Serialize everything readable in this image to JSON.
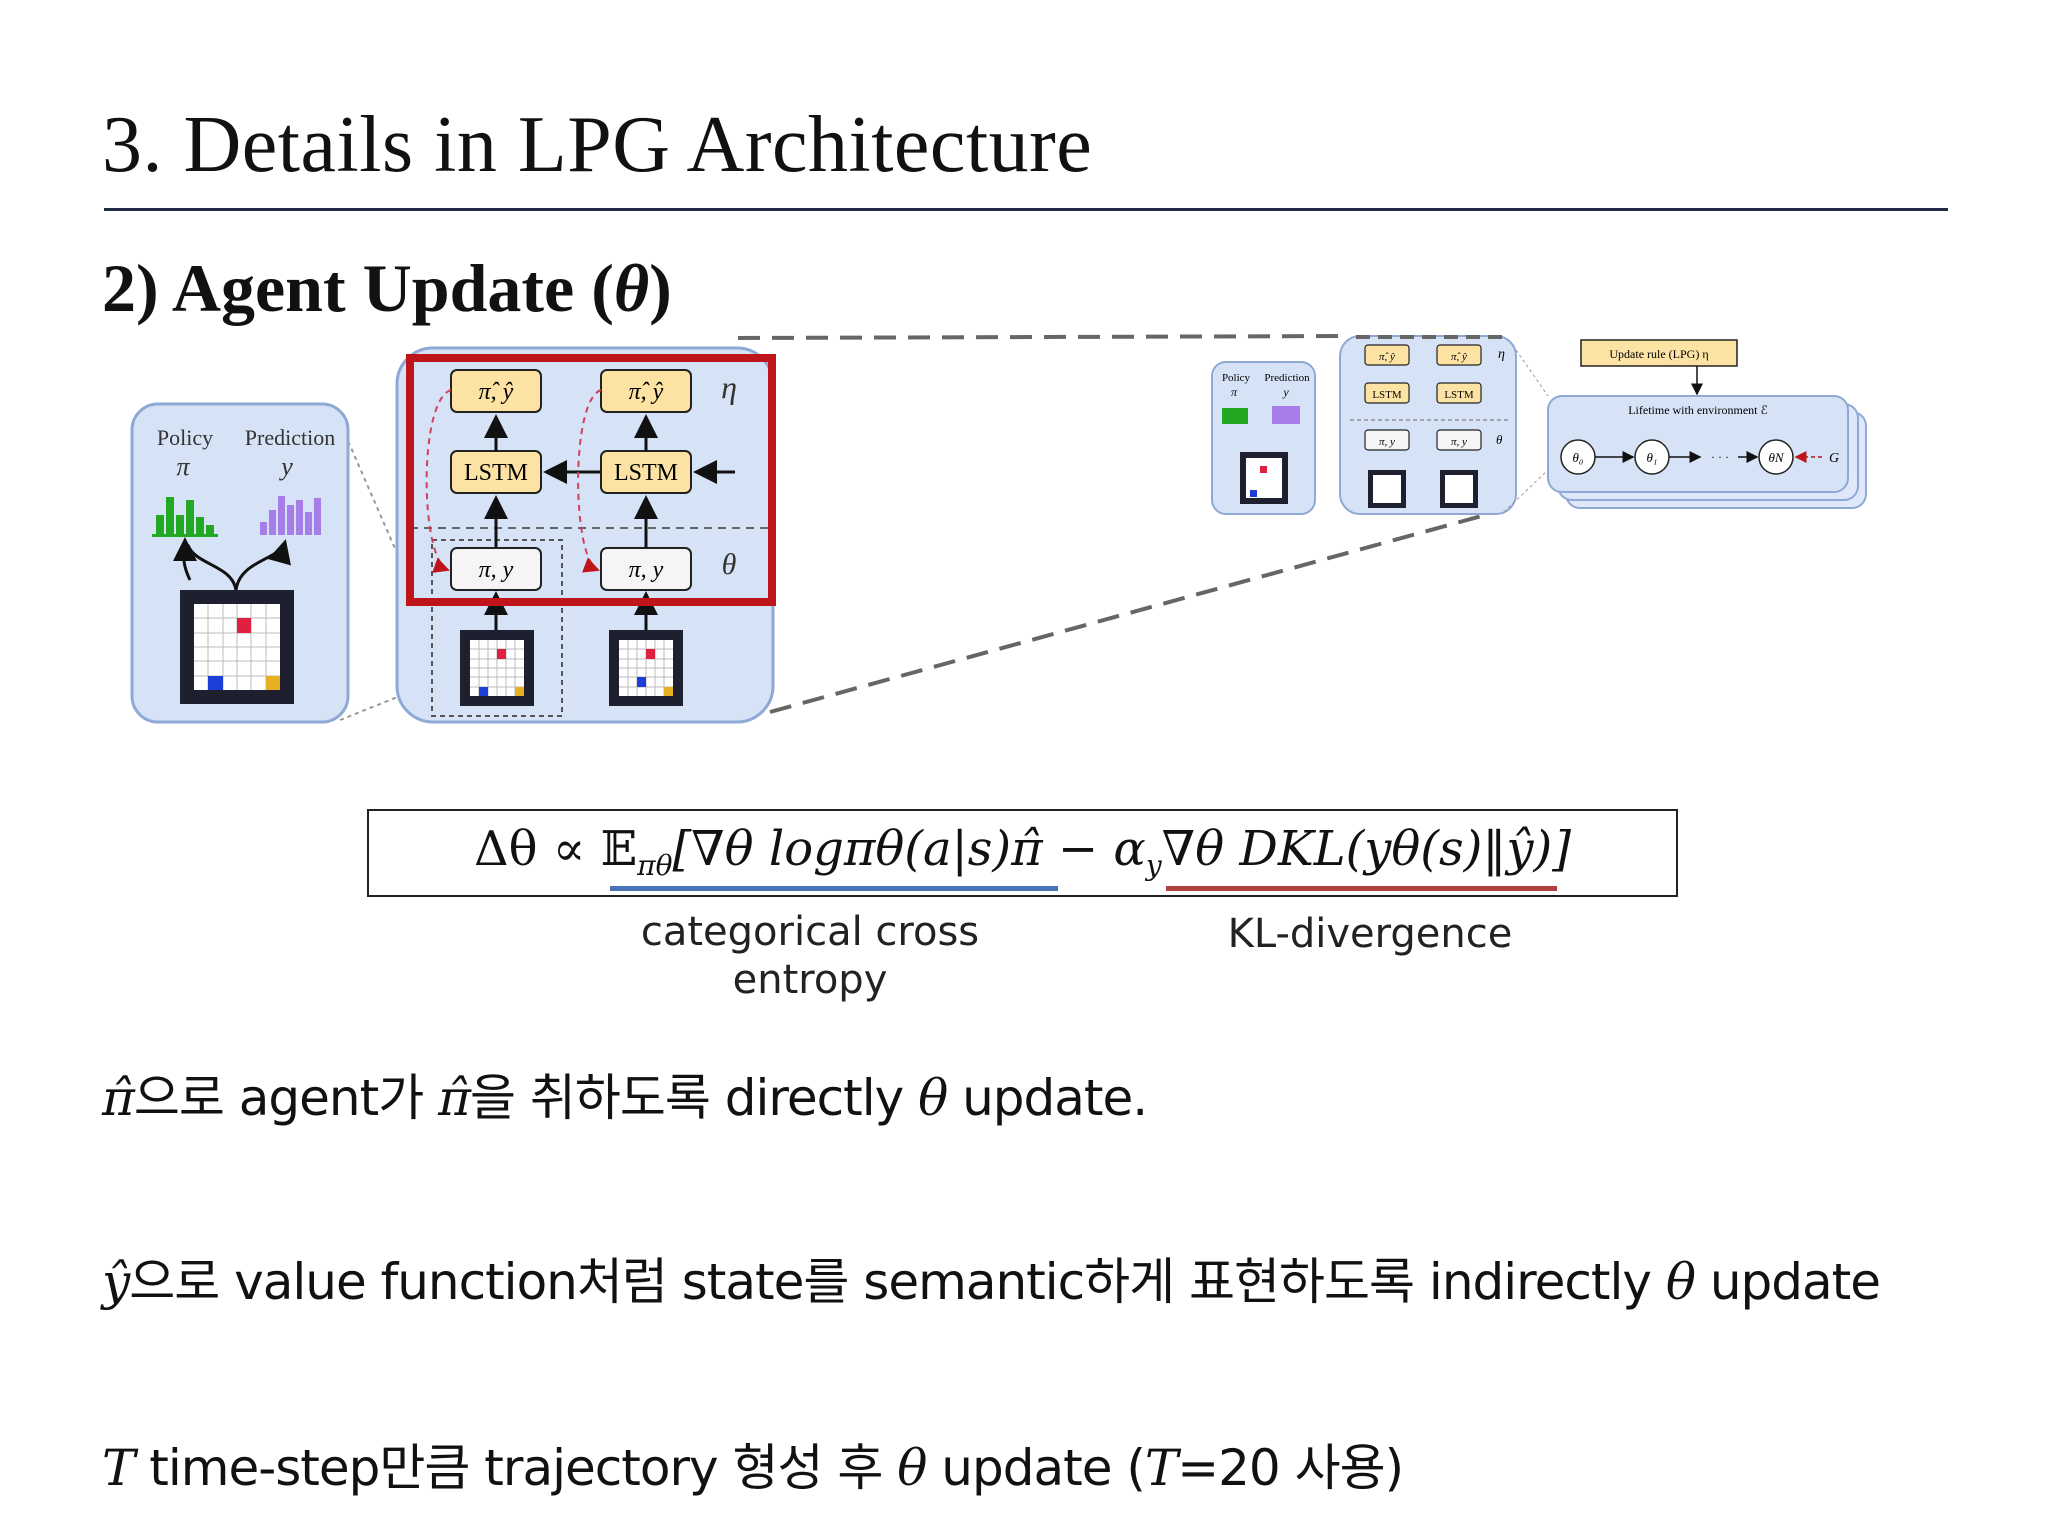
{
  "title": "3.  Details in LPG Architecture",
  "section_heading": {
    "text": "2) Agent Update (",
    "symbol": "θ",
    "close": ")"
  },
  "diagram_labels": {
    "policy": "Policy",
    "prediction": "Prediction",
    "pi": "π",
    "y": "y",
    "pi_y_hat": "π̂, ŷ",
    "lstm": "LSTM",
    "pi_y": "π, y",
    "eta": "η",
    "theta": "θ",
    "update_rule": "Update rule (LPG)  η",
    "lifetime": "Lifetime with environment  ℰ",
    "theta0": "θ₀",
    "theta1": "θ₁",
    "thetaN": "θN",
    "dots": "· · ·",
    "G": "G"
  },
  "formula": {
    "lhs": "Δθ ∝ ",
    "expectation": "𝔼",
    "expectation_sub": "πθ",
    "term1": "[∇θ logπθ(a|s)π̂ − ",
    "alpha": "α",
    "alpha_sub": "y",
    "term2": "∇θ DKL(yθ(s)‖ŷ)]"
  },
  "captions": {
    "cross_entropy": "categorical cross entropy",
    "kl": "KL-divergence"
  },
  "bullets": [
    {
      "sym": "π̂",
      "text": "으로 agent가 ",
      "sym2": "π̂",
      "text2": "을 취하도록 directly ",
      "sym3": "θ",
      "text3": " update."
    },
    {
      "sym": "ŷ",
      "text": "으로 value function처럼 state를 semantic하게 표현하도록 indirectly ",
      "sym2": "θ",
      "text2": " update"
    },
    {
      "sym": "T",
      "text": " time-step만큼 trajectory 형성 후 ",
      "sym2": "θ",
      "text2": " update (",
      "sym3": "T",
      "text3": "=20 사용)"
    }
  ],
  "colors": {
    "panel_fill": "#d6e3f7",
    "panel_stroke": "#8ea9d6",
    "node_fill": "#fce3a3",
    "highlight_red": "#c0141b",
    "policy_green": "#22a822",
    "prediction_purple": "#a77de8",
    "underline_blue": "#4a74b8",
    "underline_red": "#b0413e"
  }
}
